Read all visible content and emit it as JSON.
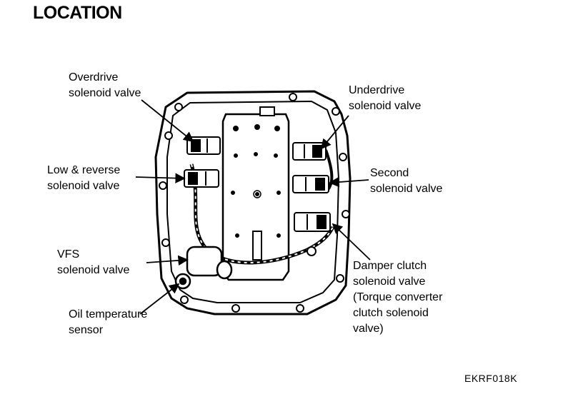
{
  "title": "LOCATION",
  "labels": {
    "overdrive": "Overdrive\nsolenoid valve",
    "low_reverse": "Low & reverse\nsolenoid valve",
    "vfs": "VFS\nsolenoid valve",
    "oil_temp": "Oil temperature\nsensor",
    "underdrive": "Underdrive\nsolenoid valve",
    "second": "Second\nsolenoid valve",
    "damper": "Damper clutch\nsolenoid valve\n(Torque converter\nclutch solenoid\nvalve)"
  },
  "figure_code": "EKRF018K",
  "colors": {
    "ink": "#000000",
    "paper": "#ffffff",
    "shade": "#555555"
  }
}
